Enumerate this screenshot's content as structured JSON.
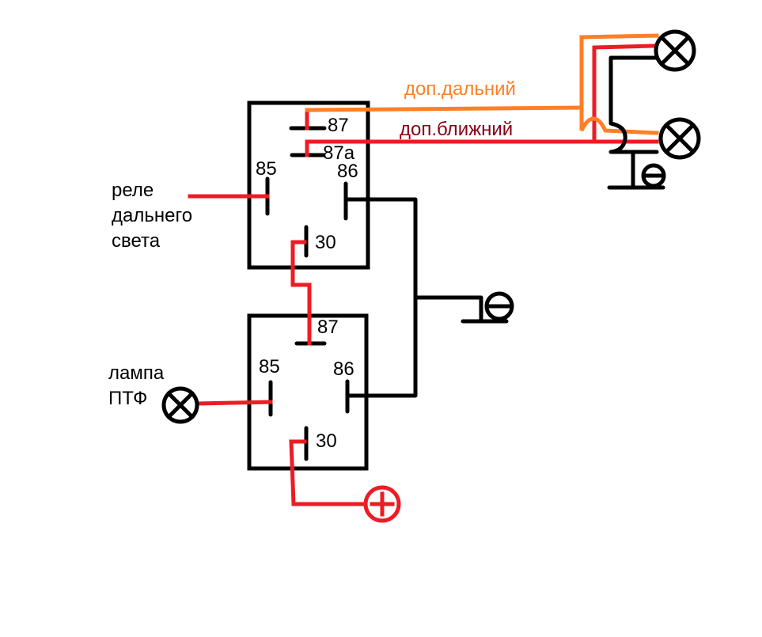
{
  "colors": {
    "background": "#ffffff",
    "wire_black": "#000000",
    "wire_red": "#ed1c24",
    "wire_orange": "#ff7f27",
    "label_high_beam": "#ff7f27",
    "label_low_beam": "#880015"
  },
  "labels": {
    "high_beam_aux": "доп.дальний",
    "low_beam_aux": "доп.ближний",
    "relay_high_beam_line1": "реле",
    "relay_high_beam_line2": "дальнего",
    "relay_high_beam_line3": "света",
    "fog_lamp_line1": "лампа",
    "fog_lamp_line2": "ПТФ"
  },
  "relay_top": {
    "pins": {
      "p87": "87",
      "p87a": "87a",
      "p85": "85",
      "p86": "86",
      "p30": "30"
    }
  },
  "relay_bottom": {
    "pins": {
      "p87": "87",
      "p85": "85",
      "p86": "86",
      "p30": "30"
    }
  },
  "symbols": {
    "lamp": "lamp-cross-circle",
    "ground": "minus-circle",
    "battery_plus": "plus-circle"
  }
}
